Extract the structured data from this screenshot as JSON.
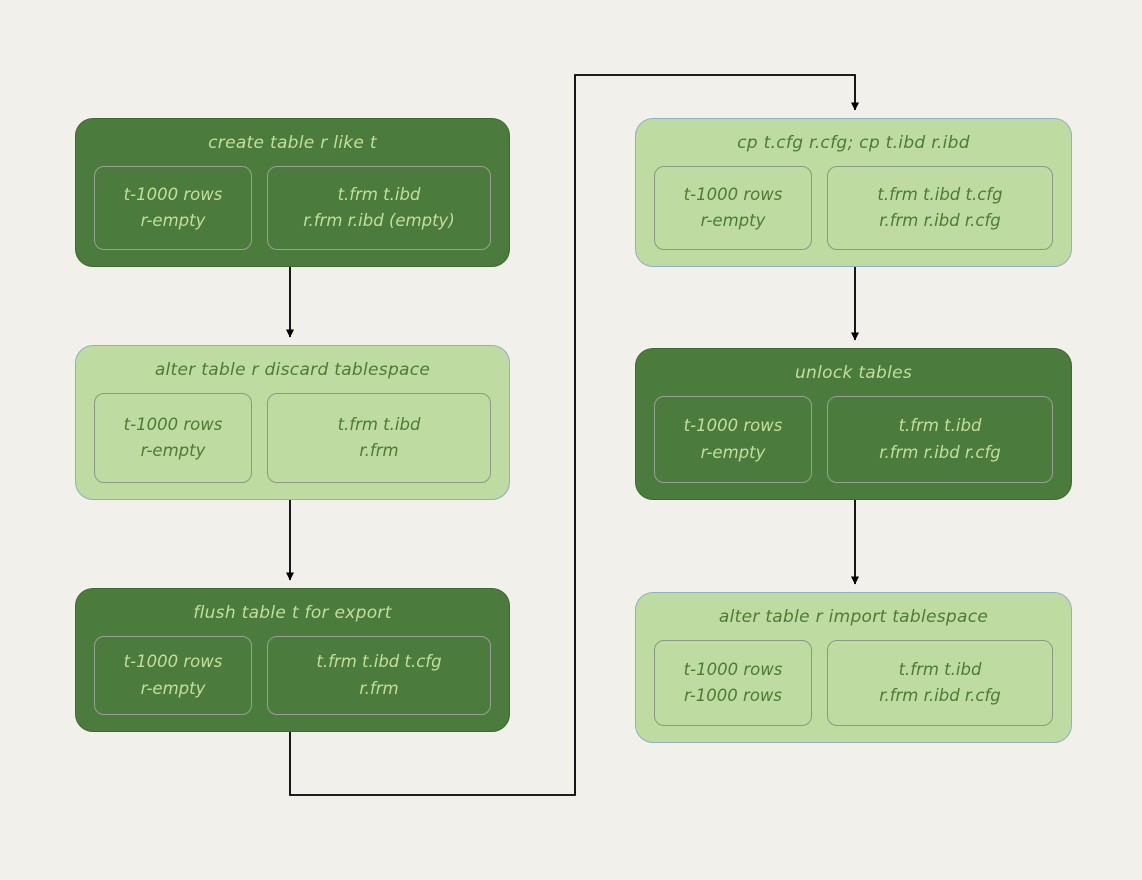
{
  "colors": {
    "background": "#f2f0ea",
    "dark_green": "#4c7b3e",
    "light_green": "#bedba2",
    "dark_box_text": "#c3df9a",
    "light_box_text": "#4d7b34",
    "card_border": "#97a18f",
    "arrow": "#000000"
  },
  "nodes": [
    {
      "id": "create-table",
      "theme": "dark",
      "title": "create table r like t",
      "rows": "t-1000 rows\nr-empty",
      "files": "t.frm   t.ibd\nr.frm r.ibd (empty)"
    },
    {
      "id": "discard-tablespace",
      "theme": "light",
      "title": "alter table r discard tablespace",
      "rows": "t-1000 rows\nr-empty",
      "files": "t.frm t.ibd\nr.frm"
    },
    {
      "id": "flush-table",
      "theme": "dark",
      "title": "flush table t for export",
      "rows": "t-1000 rows\nr-empty",
      "files": "t.frm   t.ibd  t.cfg\nr.frm"
    },
    {
      "id": "copy-files",
      "theme": "light",
      "title": "cp t.cfg r.cfg; cp t.ibd r.ibd",
      "rows": "t-1000 rows\nr-empty",
      "files": "t.frm  t.ibd  t.cfg\nr.frm  r.ibd  r.cfg"
    },
    {
      "id": "unlock-tables",
      "theme": "dark",
      "title": "unlock tables",
      "rows": "t-1000 rows\nr-empty",
      "files": "t.frm   t.ibd\nr.frm r.ibd  r.cfg"
    },
    {
      "id": "import-tablespace",
      "theme": "light",
      "title": "alter table r import tablespace",
      "rows": "t-1000 rows\nr-1000 rows",
      "files": "t.frm  t.ibd\nr.frm  r.ibd  r.cfg"
    }
  ],
  "edges": [
    {
      "from": "create-table",
      "to": "discard-tablespace"
    },
    {
      "from": "discard-tablespace",
      "to": "flush-table"
    },
    {
      "from": "flush-table",
      "to": "copy-files"
    },
    {
      "from": "copy-files",
      "to": "unlock-tables"
    },
    {
      "from": "unlock-tables",
      "to": "import-tablespace"
    }
  ]
}
